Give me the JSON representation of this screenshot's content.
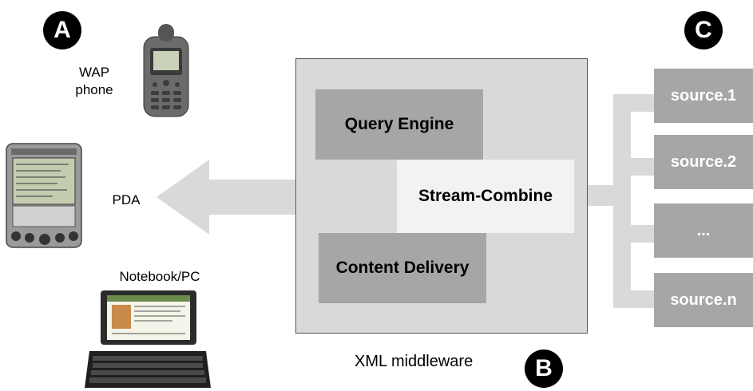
{
  "badges": {
    "a": "A",
    "b": "B",
    "c": "C"
  },
  "devices": {
    "wap_label_line1": "WAP",
    "wap_label_line2": "phone",
    "pda_label": "PDA",
    "notebook_label": "Notebook/PC"
  },
  "middleware": {
    "caption": "XML middleware",
    "query_engine": "Query Engine",
    "stream_combine": "Stream-Combine",
    "content_delivery": "Content Delivery"
  },
  "sources": [
    "source.1",
    "source.2",
    "...",
    "source.n"
  ],
  "colors": {
    "box_fill": "#d9d9d9",
    "module_fill": "#a6a6a6",
    "stream_fill": "#f2f2f2",
    "source_fill": "#a6a6a6",
    "badge_fill": "#000000"
  }
}
